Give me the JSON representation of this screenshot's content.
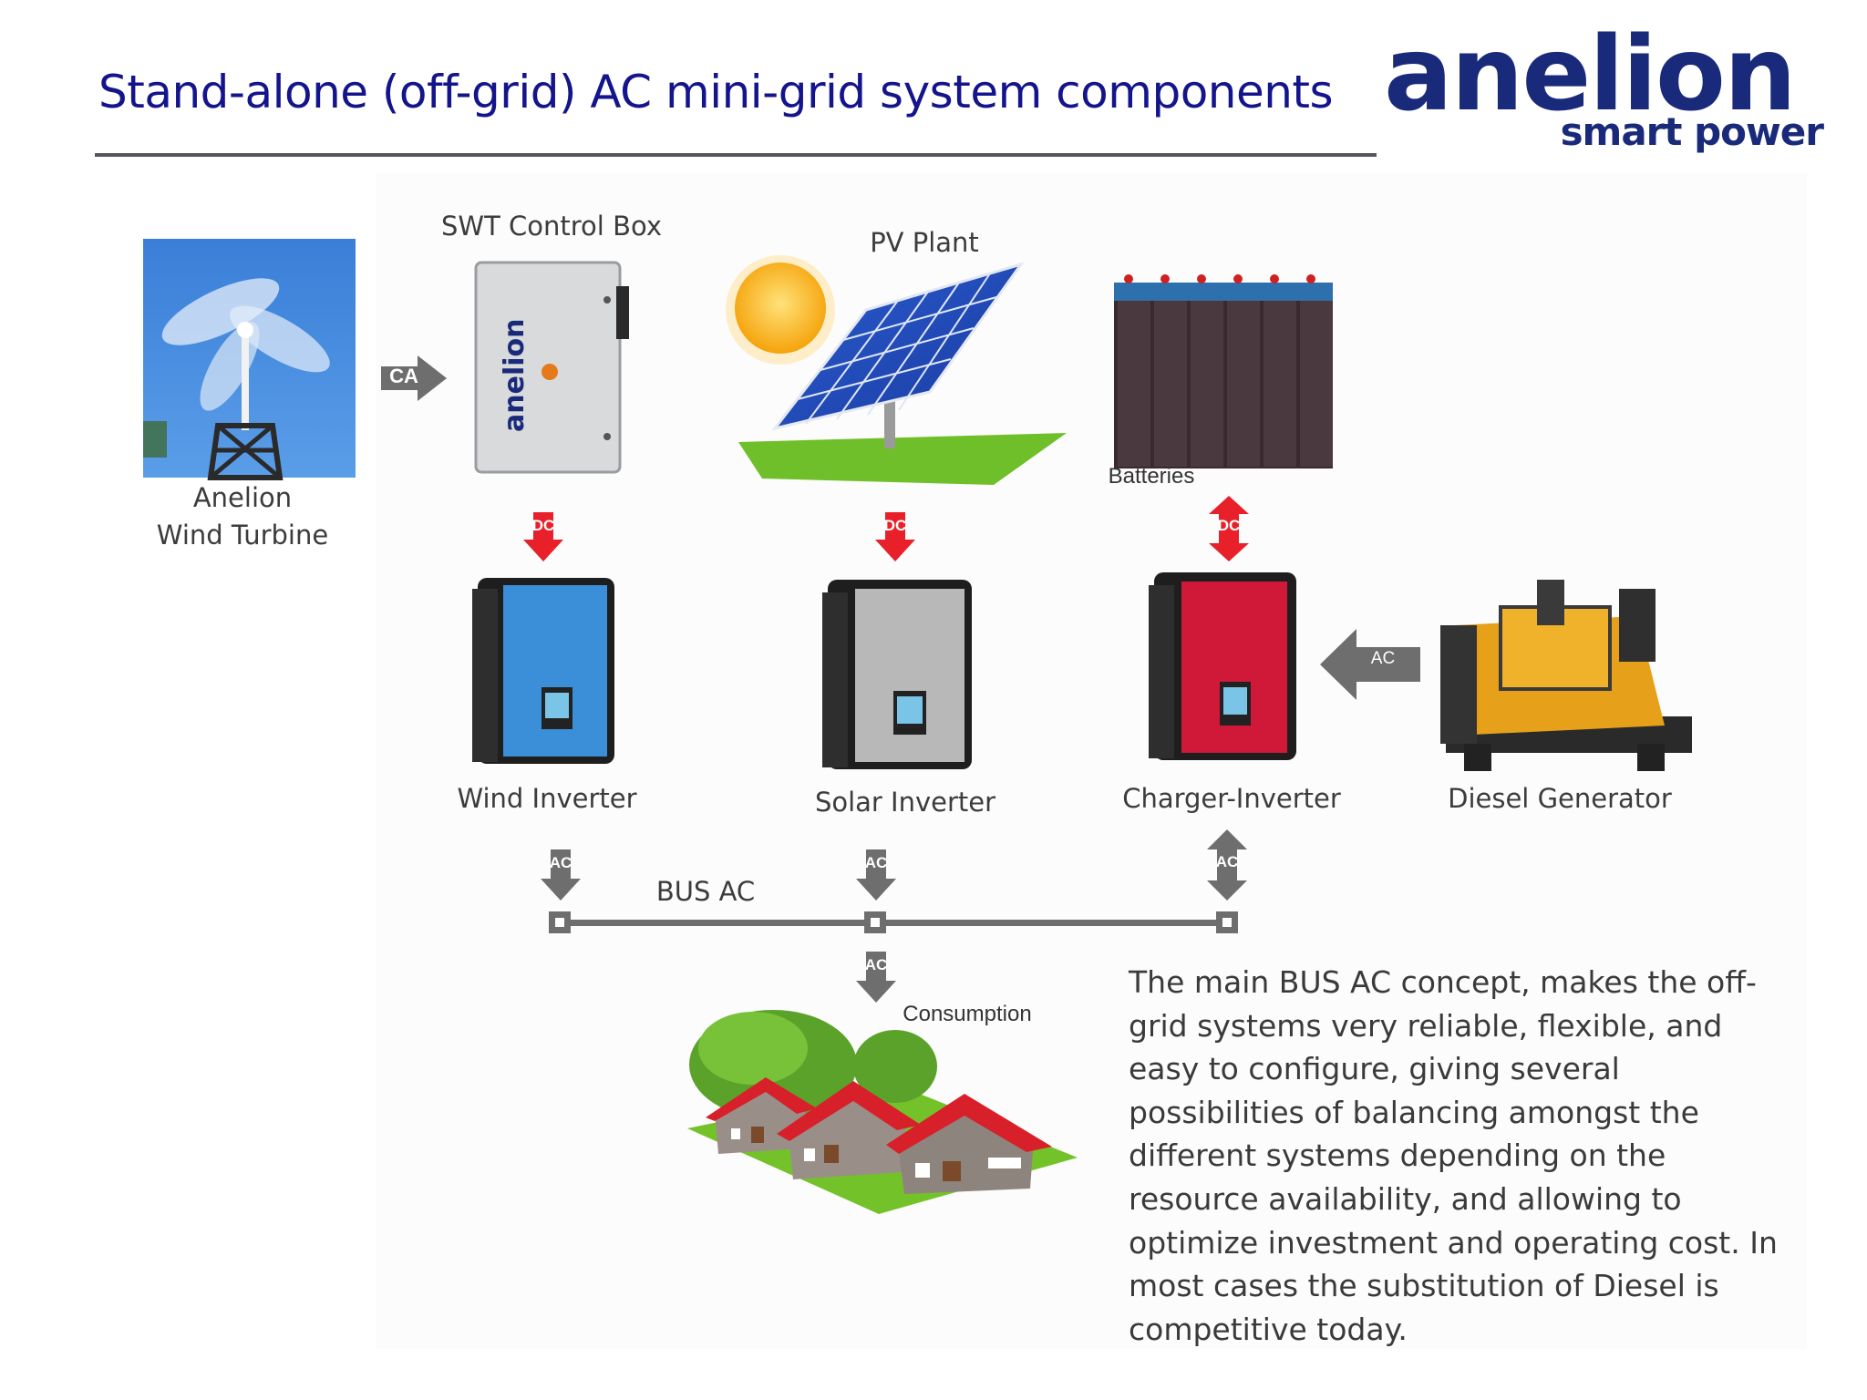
{
  "slide": {
    "title": "Stand-alone (off-grid) AC mini-grid system components"
  },
  "logo": {
    "wordmark": "anelion",
    "tagline": "smart power"
  },
  "labels": {
    "wind_turbine_line1": "Anelion",
    "wind_turbine_line2": "Wind Turbine",
    "swt_control_box": "SWT Control Box",
    "pv_plant": "PV Plant",
    "batteries": "Batteries",
    "wind_inverter": "Wind Inverter",
    "solar_inverter": "Solar Inverter",
    "charger_inverter": "Charger-Inverter",
    "diesel_generator": "Diesel Generator",
    "bus_ac": "BUS AC",
    "consumption": "Consumption"
  },
  "arrow_tags": {
    "ca": "CA",
    "dc": "DC",
    "ac": "AC"
  },
  "description": "The main BUS AC concept, makes the off-grid systems very reliable, flexible, and easy to configure, giving several possibilities of balancing amongst the different systems depending on the resource availability, and allowing to optimize investment and operating cost. In most cases the substitution of Diesel is competitive today.",
  "colors": {
    "title_blue": "#14148c",
    "logo_navy": "#1a2a7a",
    "dc_arrow_red": "#e8202a",
    "ac_arrow_gray": "#6e6e6e",
    "wind_inverter_panel": "#3a8fd8",
    "solar_inverter_panel": "#b8b8b8",
    "charger_inverter_panel": "#d01838"
  }
}
